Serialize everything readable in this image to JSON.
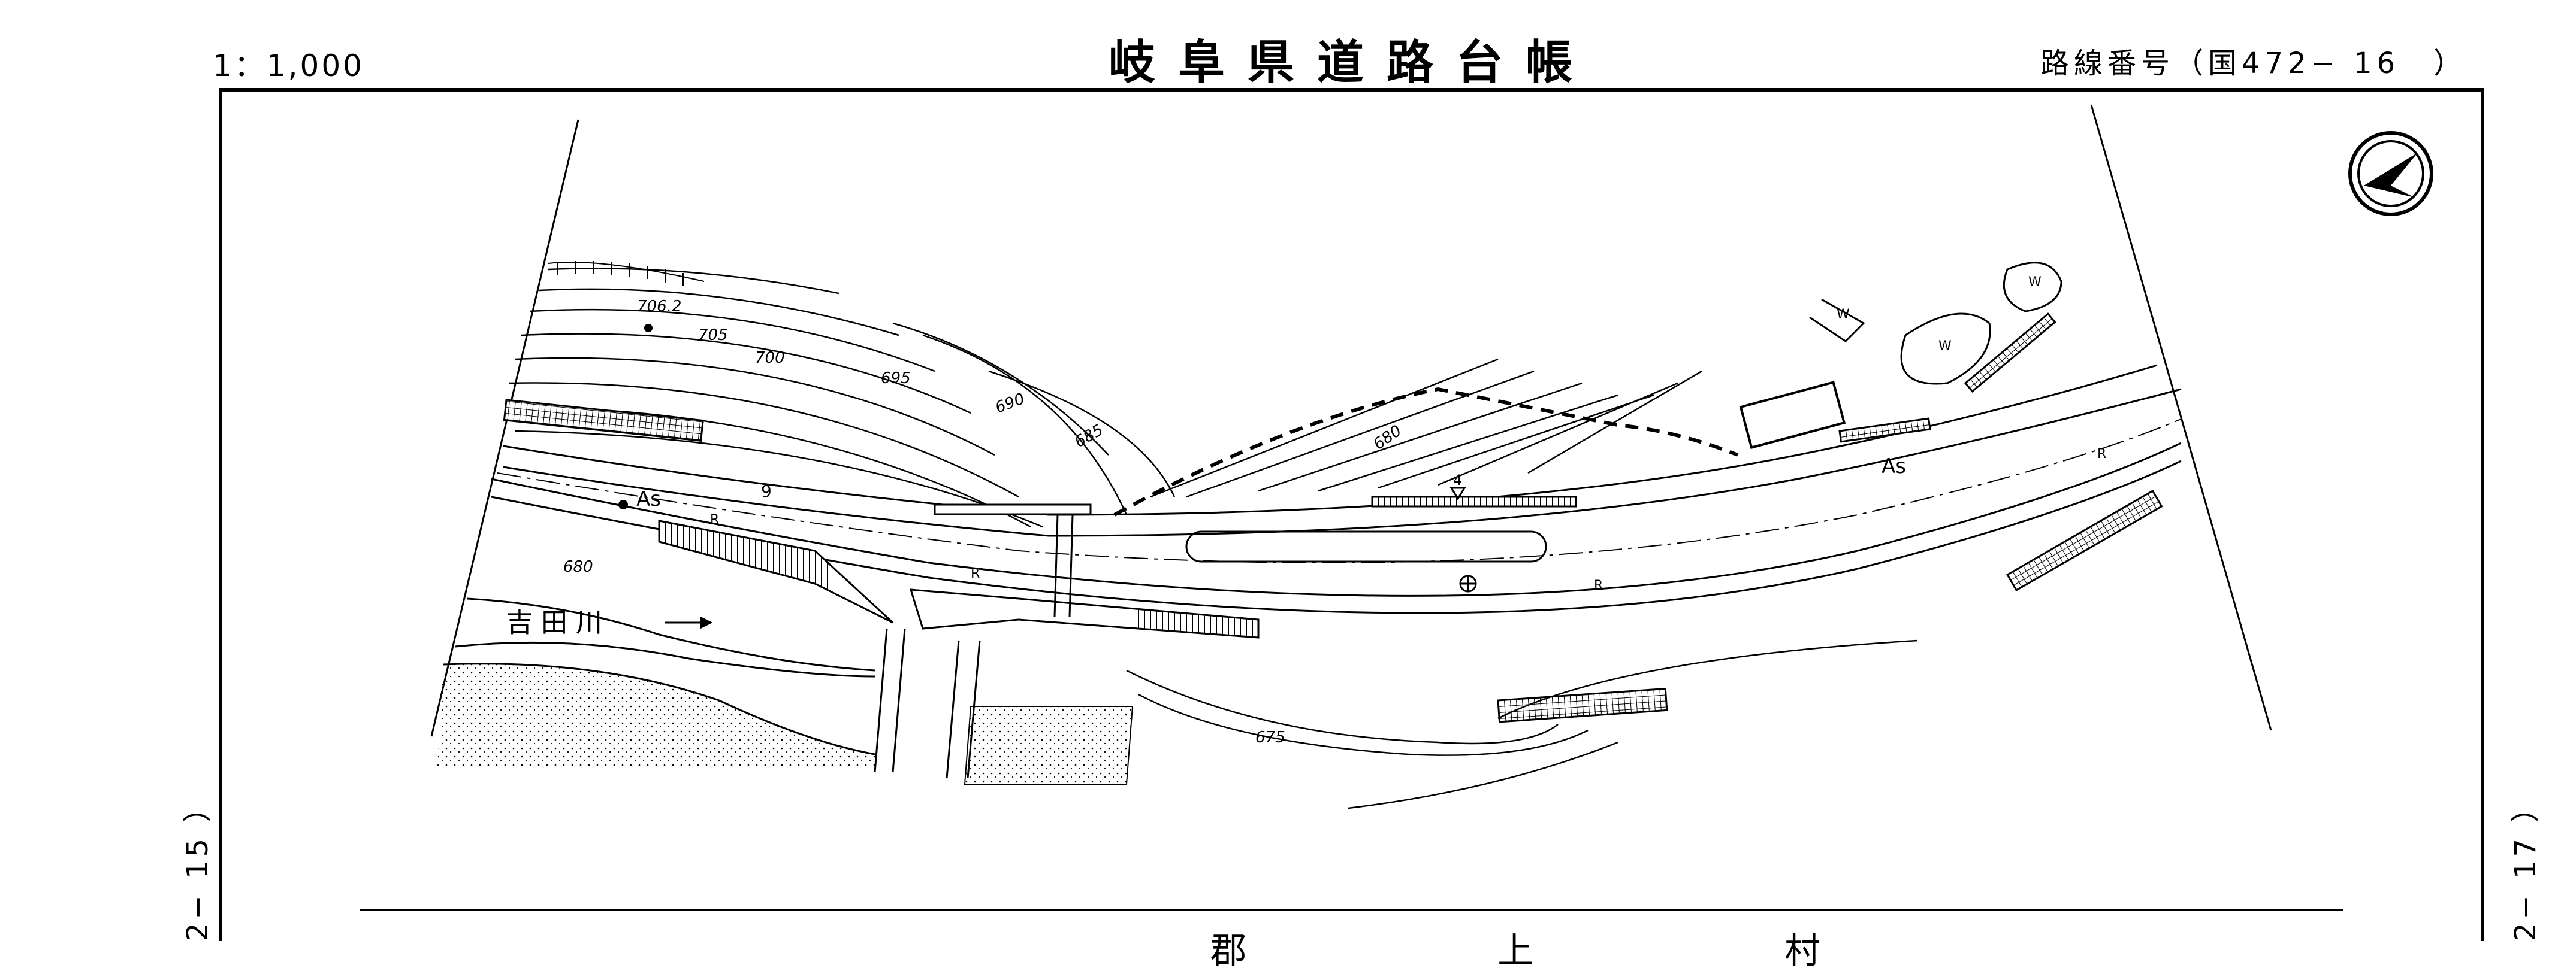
{
  "header": {
    "scale": "1：1,000",
    "title": "岐阜県道路台帳",
    "route_number": "路線番号（国472− 16　）"
  },
  "edge_labels": {
    "left": "2− 15 ）",
    "right": "2− 17 ）"
  },
  "map": {
    "contour_labels": [
      "706.2",
      "705",
      "700",
      "695",
      "690",
      "685",
      "680",
      "680",
      "675"
    ],
    "surface_labels": [
      "As",
      "As"
    ],
    "road_labels": [
      "R",
      "R",
      "R",
      "R"
    ],
    "water_labels": [
      "W",
      "W",
      "W"
    ],
    "marker_number": "9",
    "marker_number_2": "4",
    "river_name": "吉 田 川",
    "icons": [
      "north-arrow-icon",
      "bench-mark-icon",
      "manhole-icon"
    ]
  },
  "footer": {
    "municipality": "郡 上 村"
  }
}
